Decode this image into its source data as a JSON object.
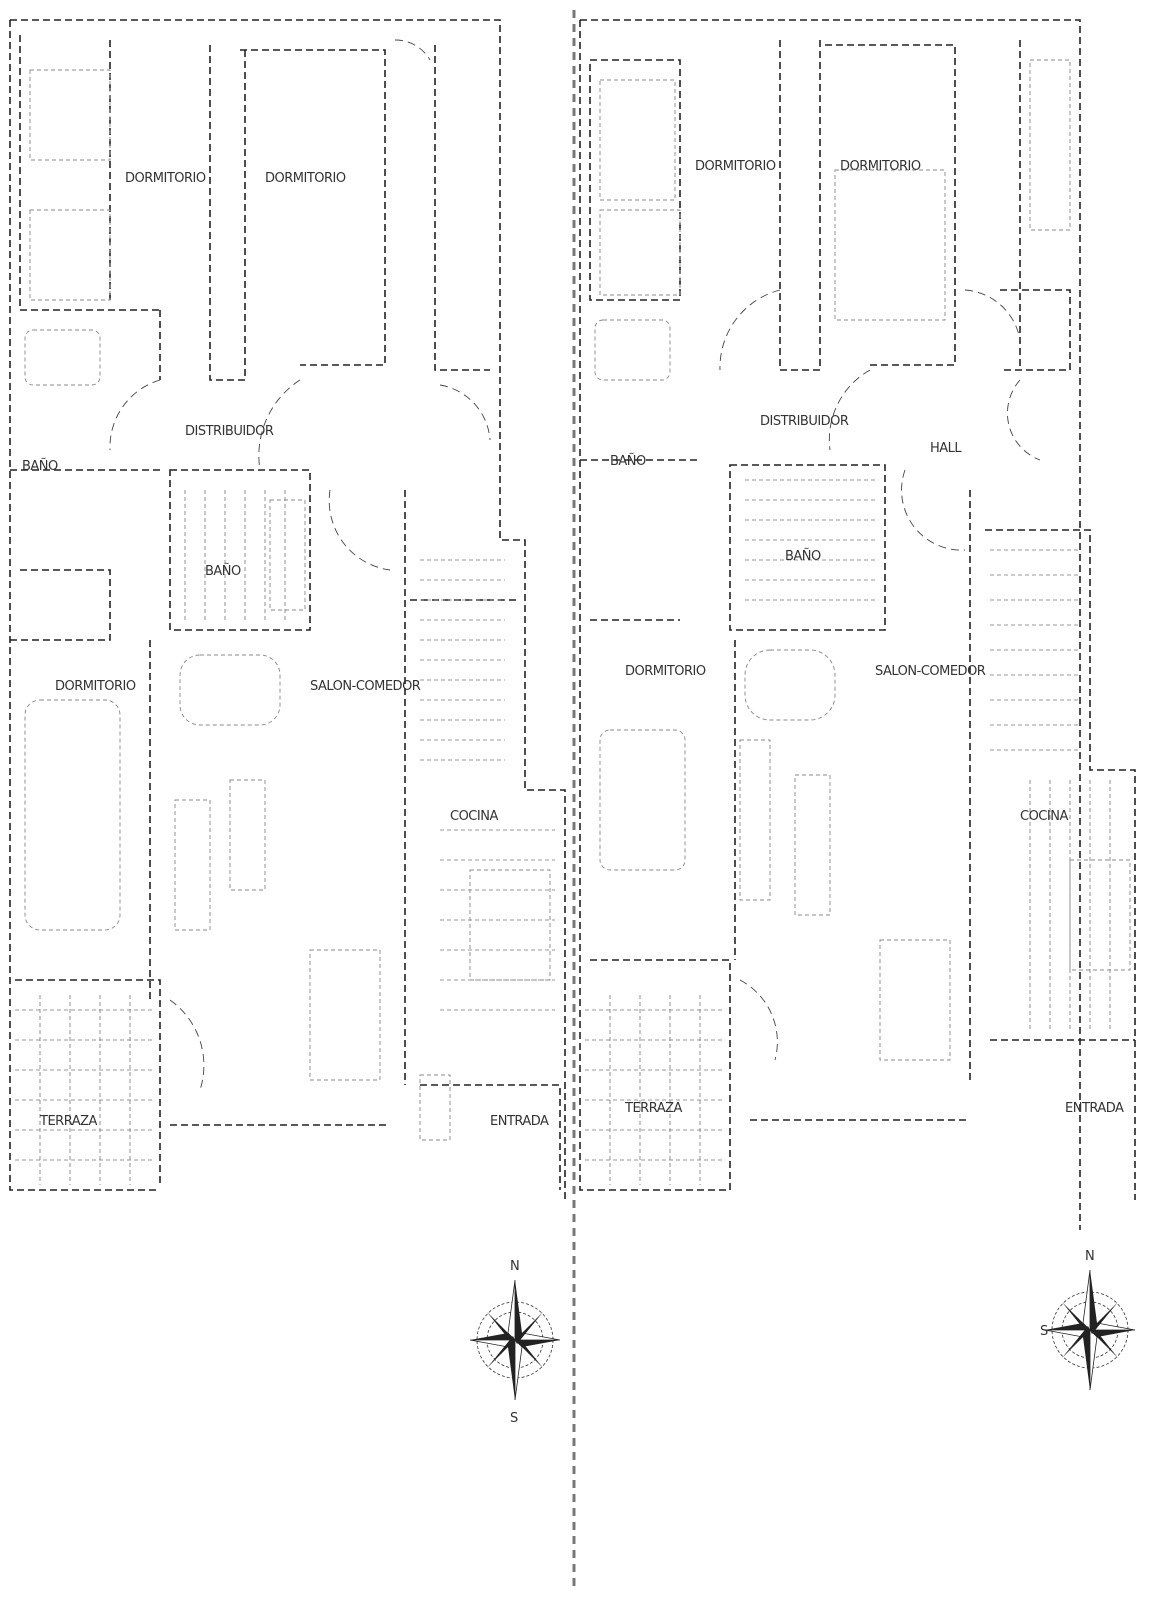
{
  "plan_left": {
    "labels": {
      "bedroom_top_a": "DORMITORIO",
      "bedroom_top_b": "DORMITORIO",
      "hall": "DISTRIBUIDOR",
      "bath_small": "BAÑO",
      "bath": "BAÑO",
      "bedroom_main": "DORMITORIO",
      "living": "SALON-COMEDOR",
      "kitchen": "COCINA",
      "terrace": "TERRAZA",
      "entry": "ENTRADA"
    }
  },
  "plan_right": {
    "labels": {
      "bedroom_top_a": "DORMITORIO",
      "bedroom_top_b": "DORMITORIO",
      "hall": "DISTRIBUIDOR",
      "hall_small": "HALL",
      "bath_small": "BAÑO",
      "bath": "BAÑO",
      "bedroom_main": "DORMITORIO",
      "living": "SALON-COMEDOR",
      "kitchen": "COCINA",
      "terrace": "TERRAZA",
      "entry": "ENTRADA"
    }
  },
  "compass": {
    "north": "N",
    "south": "S"
  },
  "colors": {
    "line": "#222222",
    "paper": "#ffffff"
  }
}
